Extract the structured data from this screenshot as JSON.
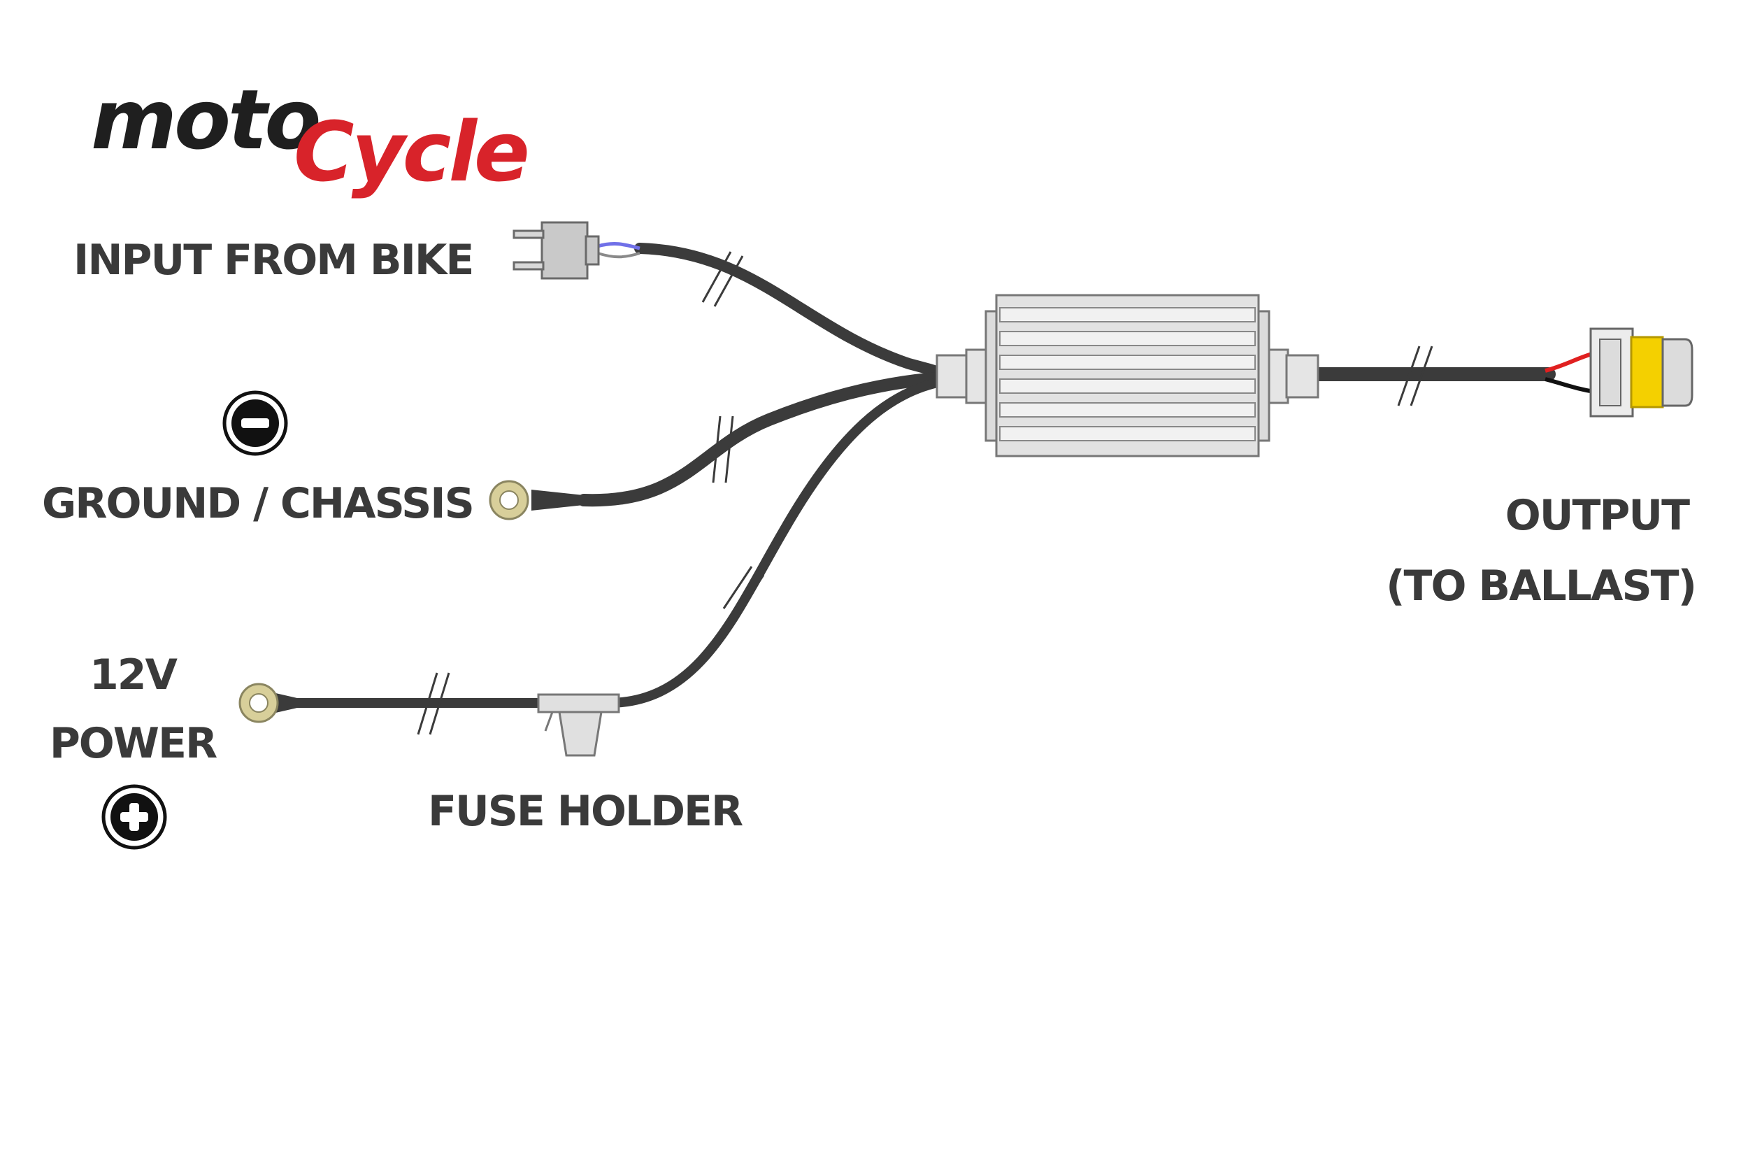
{
  "logo": {
    "part1": "moto",
    "part2": "Cycle"
  },
  "labels": {
    "input": "INPUT FROM BIKE",
    "ground": "GROUND / CHASSIS",
    "power_line1": "12V",
    "power_line2": "POWER",
    "fuse": "FUSE HOLDER",
    "output_line1": "OUTPUT",
    "output_line2": "(TO BALLAST)"
  },
  "icons": {
    "ground_symbol": "minus-circle-icon",
    "power_symbol": "plus-circle-icon"
  },
  "colors": {
    "logo_dark": "#1f1f1f",
    "logo_red": "#d8232a",
    "cable": "#3b3b3b",
    "label_text": "#3a3a3a",
    "ring_terminal": "#d8cf9a",
    "output_connector": "#f4d000",
    "wire_red": "#e02020",
    "wire_blue": "#7070e8"
  }
}
